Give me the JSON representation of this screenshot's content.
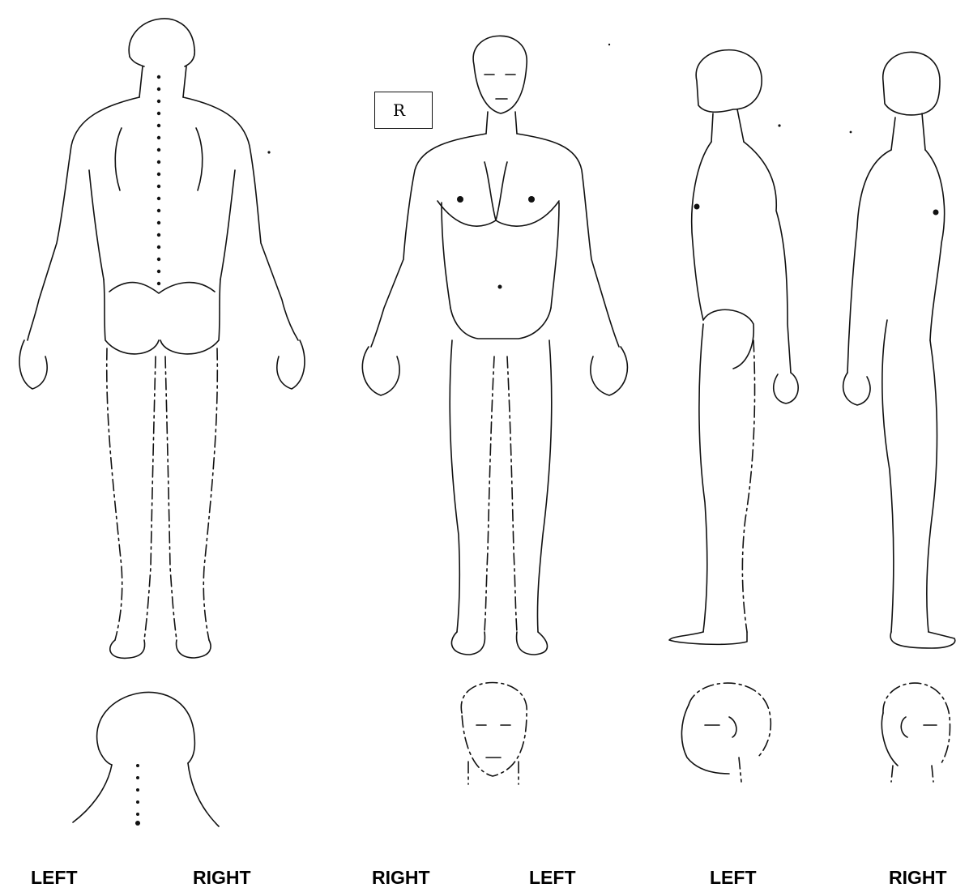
{
  "marker": {
    "text": "R"
  },
  "labels": [
    "LEFT",
    "RIGHT",
    "RIGHT",
    "LEFT",
    "LEFT",
    "RIGHT"
  ],
  "figures": {
    "back_view": {
      "icon": "body-back-icon"
    },
    "front_view": {
      "icon": "body-front-icon"
    },
    "left_side_view": {
      "icon": "body-left-side-icon"
    },
    "right_side_view": {
      "icon": "body-right-side-icon"
    },
    "head_back": {
      "icon": "head-back-icon"
    },
    "head_front": {
      "icon": "head-front-icon"
    },
    "head_left": {
      "icon": "head-left-icon"
    },
    "head_right": {
      "icon": "head-right-icon"
    }
  },
  "colors": {
    "ink": "#111111",
    "background": "#ffffff"
  }
}
